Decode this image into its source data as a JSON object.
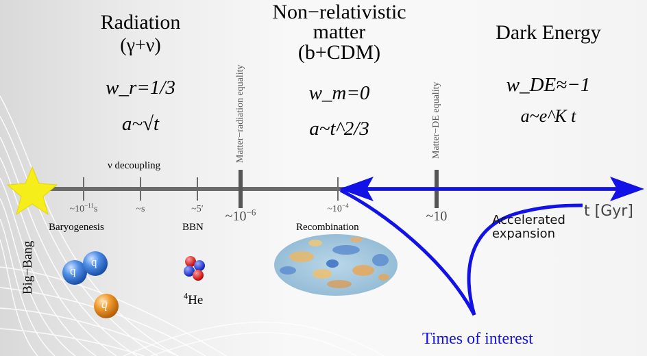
{
  "eras": {
    "radiation": {
      "title": "Radiation",
      "subtitle": "(γ+ν)",
      "eos": "w_r=1/3",
      "scale": "a~√t"
    },
    "matter": {
      "title_line1": "Non−relativistic",
      "title_line2": "matter",
      "subtitle": "(b+CDM)",
      "eos": "w_m=0",
      "scale": "a~t^2/3"
    },
    "dark_energy": {
      "title": "Dark Energy",
      "eos": "w_DE≈−1",
      "scale": "a~e^K t"
    }
  },
  "equalities": {
    "matter_radiation": "Matter−radiation equality",
    "matter_de": "Matter−DE equality"
  },
  "timeline": {
    "start_label": "Big−Bang",
    "axis_label": "t [Gyr]",
    "ticks": [
      {
        "value": "~10",
        "exp": "−11",
        "unit": "s"
      },
      {
        "value": "~s"
      },
      {
        "value": "~5",
        "unit": "′"
      },
      {
        "value": "~10",
        "exp": "−6"
      },
      {
        "value": "~10",
        "exp": "−4"
      },
      {
        "value": "~10"
      }
    ]
  },
  "events": {
    "nu_decoupling": "ν decoupling",
    "baryogenesis": "Baryogenesis",
    "bbn": "BBN",
    "recombination": "Recombination",
    "helium": "He",
    "helium_mass": "4",
    "quark": "q",
    "antiquark": "q̄"
  },
  "annotations": {
    "accelerated_line1": "Accelerated",
    "accelerated_line2": "expansion",
    "times_of_interest": "Times of interest"
  },
  "colors": {
    "axis": "#6b6b6b",
    "arrow": "#1212e6",
    "star": "#f5ee1a",
    "quark": "#3a7fe0",
    "antiquark": "#e58a1e"
  }
}
